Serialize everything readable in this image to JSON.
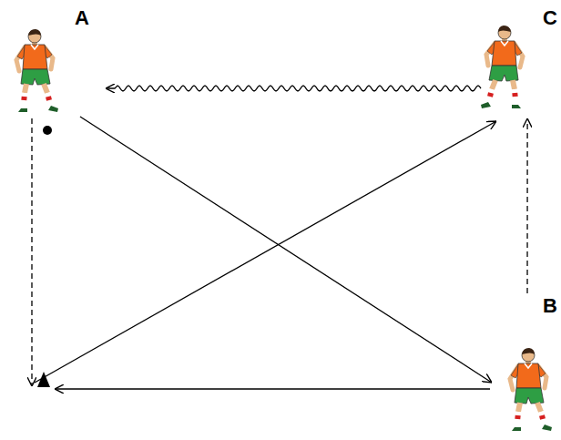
{
  "diagram": {
    "nodes": [
      {
        "text": [
          "A"
        ]
      },
      {
        "text": [
          "C"
        ]
      },
      {
        "text": [
          "B"
        ]
      }
    ],
    "edges": [
      {
        "from": 0,
        "to": 2,
        "arrow": "to"
      },
      {
        "from": 2,
        "to": 1,
        "arrow": "to"
      },
      {
        "from": 1,
        "to": 0,
        "arrow": "to"
      }
    ]
  }
}
